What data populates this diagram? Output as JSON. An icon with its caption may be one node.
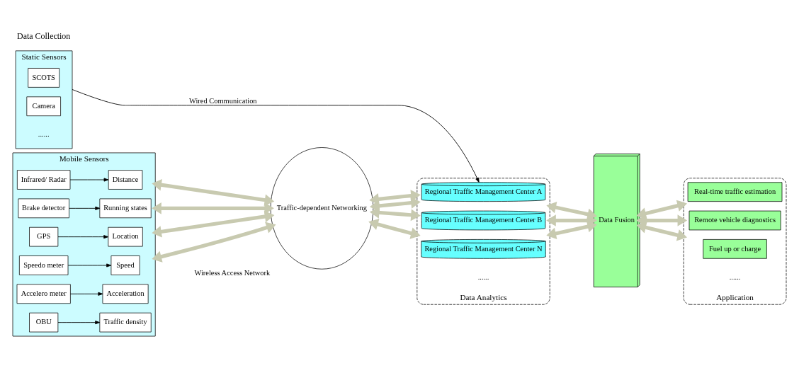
{
  "diagram": {
    "nodes": [
      {
        "text": [
          "Static Sensors"
        ]
      },
      {
        "text": [
          "SCOTS"
        ],
        "in": 0
      },
      {
        "text": [
          "Camera"
        ],
        "in": 0
      },
      {
        "text": [
          "Mobile Sensors"
        ]
      },
      {
        "text": [
          "Infrared/ Radar"
        ],
        "in": 3
      },
      {
        "text": [
          "Distance"
        ],
        "in": 3
      },
      {
        "text": [
          "Brake detector"
        ],
        "in": 3
      },
      {
        "text": [
          "Running states"
        ],
        "in": 3
      },
      {
        "text": [
          "GPS"
        ],
        "in": 3
      },
      {
        "text": [
          "Location"
        ],
        "in": 3
      },
      {
        "text": [
          "Speedo meter"
        ],
        "in": 3
      },
      {
        "text": [
          "Speed"
        ],
        "in": 3
      },
      {
        "text": [
          "Accelero meter"
        ],
        "in": 3
      },
      {
        "text": [
          "Acceleration"
        ],
        "in": 3
      },
      {
        "text": [
          "OBU"
        ],
        "in": 3
      },
      {
        "text": [
          "Traffic density"
        ],
        "in": 3
      },
      {
        "text": [
          "Traffic-dependent Networking"
        ],
        "beside": [
          "Wireless Access Network"
        ]
      },
      {
        "text": [
          "Data Analytics"
        ]
      },
      {
        "text": [
          "Regional Traffic Management Center A"
        ],
        "in": 17
      },
      {
        "text": [
          "Regional Traffic Management Center B"
        ],
        "in": 17
      },
      {
        "text": [
          "Regional Traffic Management Center N"
        ],
        "in": 17
      },
      {
        "text": [
          "Data Fusion"
        ]
      },
      {
        "text": [
          "Application"
        ]
      },
      {
        "text": [
          "Real-time traffic estimation"
        ],
        "in": 22
      },
      {
        "text": [
          "Remote vehicle diagnostics"
        ],
        "in": 22
      },
      {
        "text": [
          "Fuel up or charge"
        ],
        "in": 22
      }
    ],
    "edges": [
      {
        "from": 0,
        "to": 18,
        "arrow": "to",
        "label": "Wired Communication",
        "color": "#000000"
      },
      {
        "from": 4,
        "to": 5,
        "arrow": "to",
        "color": "#000000"
      },
      {
        "from": 6,
        "to": 7,
        "arrow": "to",
        "color": "#000000"
      },
      {
        "from": 8,
        "to": 9,
        "arrow": "to",
        "color": "#000000"
      },
      {
        "from": 10,
        "to": 11,
        "arrow": "to",
        "color": "#000000"
      },
      {
        "from": 12,
        "to": 13,
        "arrow": "to",
        "color": "#000000"
      },
      {
        "from": 14,
        "to": 15,
        "arrow": "to",
        "color": "#000000"
      },
      {
        "from": 3,
        "to": 16,
        "arrow": "both"
      },
      {
        "from": 3,
        "to": 16,
        "arrow": "both"
      },
      {
        "from": 3,
        "to": 16,
        "arrow": "both"
      },
      {
        "from": 3,
        "to": 16,
        "arrow": "both"
      },
      {
        "from": 16,
        "to": 17,
        "arrow": "both"
      },
      {
        "from": 16,
        "to": 17,
        "arrow": "both"
      },
      {
        "from": 16,
        "to": 17,
        "arrow": "both"
      },
      {
        "from": 16,
        "to": 17,
        "arrow": "both"
      },
      {
        "from": 17,
        "to": 21,
        "arrow": "both"
      },
      {
        "from": 17,
        "to": 21,
        "arrow": "both"
      },
      {
        "from": 17,
        "to": 21,
        "arrow": "both"
      },
      {
        "from": 21,
        "to": 22,
        "arrow": "both"
      },
      {
        "from": 21,
        "to": 22,
        "arrow": "both"
      },
      {
        "from": 21,
        "to": 22,
        "arrow": "both"
      }
    ],
    "labels": [
      "......",
      "Data Collection",
      "......",
      "......"
    ]
  }
}
